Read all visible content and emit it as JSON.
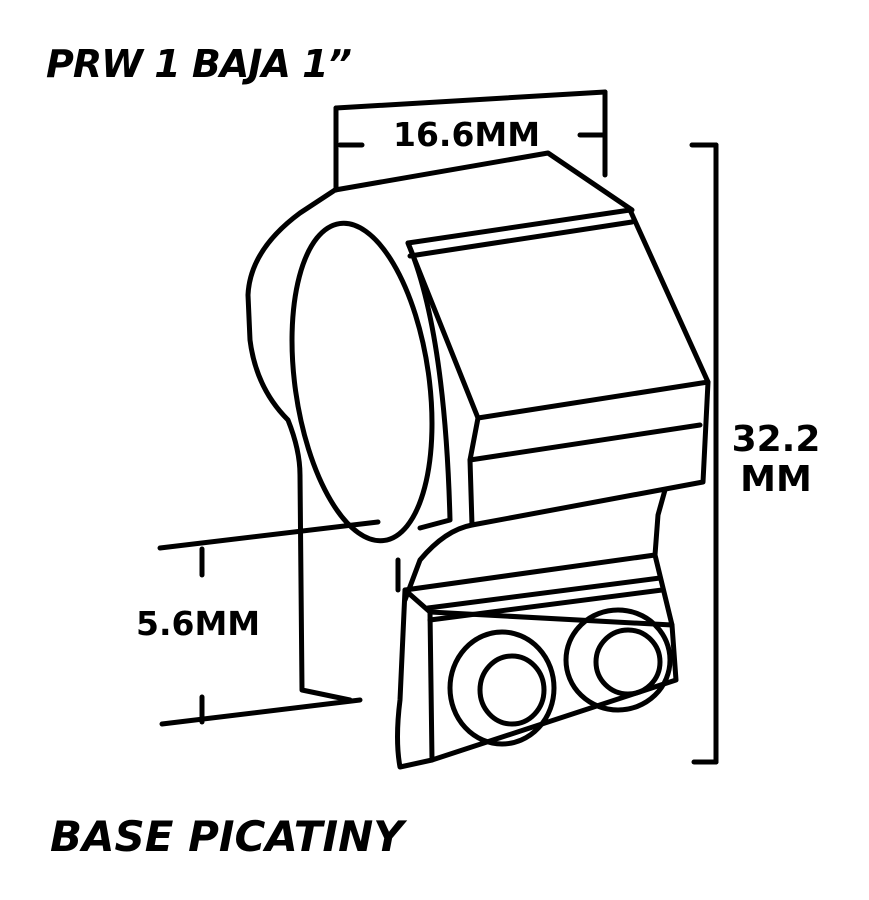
{
  "title": "PRW 1 BAJA  1”",
  "footer": "BASE PICATINY",
  "dimensions": {
    "width": "16.6MM",
    "height_line1": "32.2",
    "height_line2": "MM",
    "base_height": "5.6MM"
  },
  "colors": {
    "ink": "#000000",
    "paper": "#ffffff"
  }
}
